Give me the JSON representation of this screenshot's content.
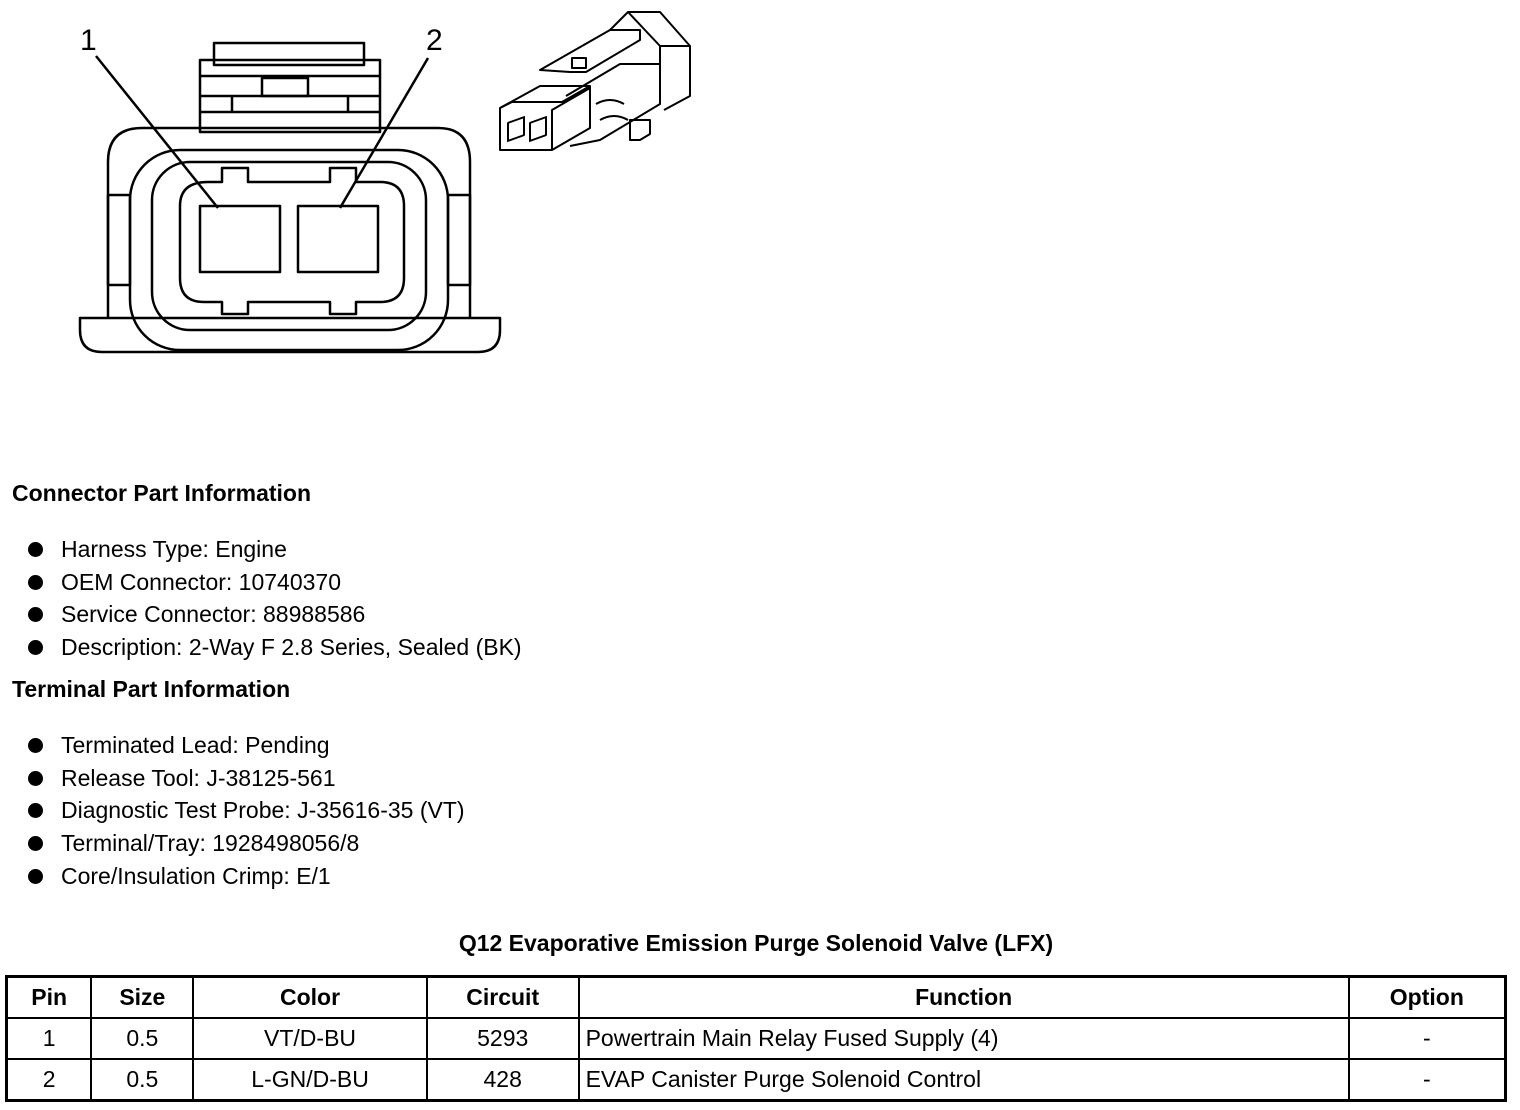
{
  "diagram": {
    "callouts": [
      "1",
      "2"
    ]
  },
  "connector_info": {
    "heading": "Connector Part Information",
    "items": [
      "Harness Type: Engine",
      "OEM Connector: 10740370",
      "Service Connector: 88988586",
      "Description: 2-Way F 2.8 Series, Sealed (BK)"
    ]
  },
  "terminal_info": {
    "heading": "Terminal Part Information",
    "items": [
      "Terminated Lead: Pending",
      "Release Tool: J-38125-561",
      "Diagnostic Test Probe: J-35616-35 (VT)",
      "Terminal/Tray: 1928498056/8",
      "Core/Insulation Crimp: E/1"
    ]
  },
  "table": {
    "title": "Q12 Evaporative Emission Purge Solenoid Valve (LFX)",
    "headers": [
      "Pin",
      "Size",
      "Color",
      "Circuit",
      "Function",
      "Option"
    ],
    "rows": [
      [
        "1",
        "0.5",
        "VT/D-BU",
        "5293",
        "Powertrain Main Relay Fused Supply (4)",
        "-"
      ],
      [
        "2",
        "0.5",
        "L-GN/D-BU",
        "428",
        "EVAP Canister Purge Solenoid Control",
        "-"
      ]
    ]
  }
}
